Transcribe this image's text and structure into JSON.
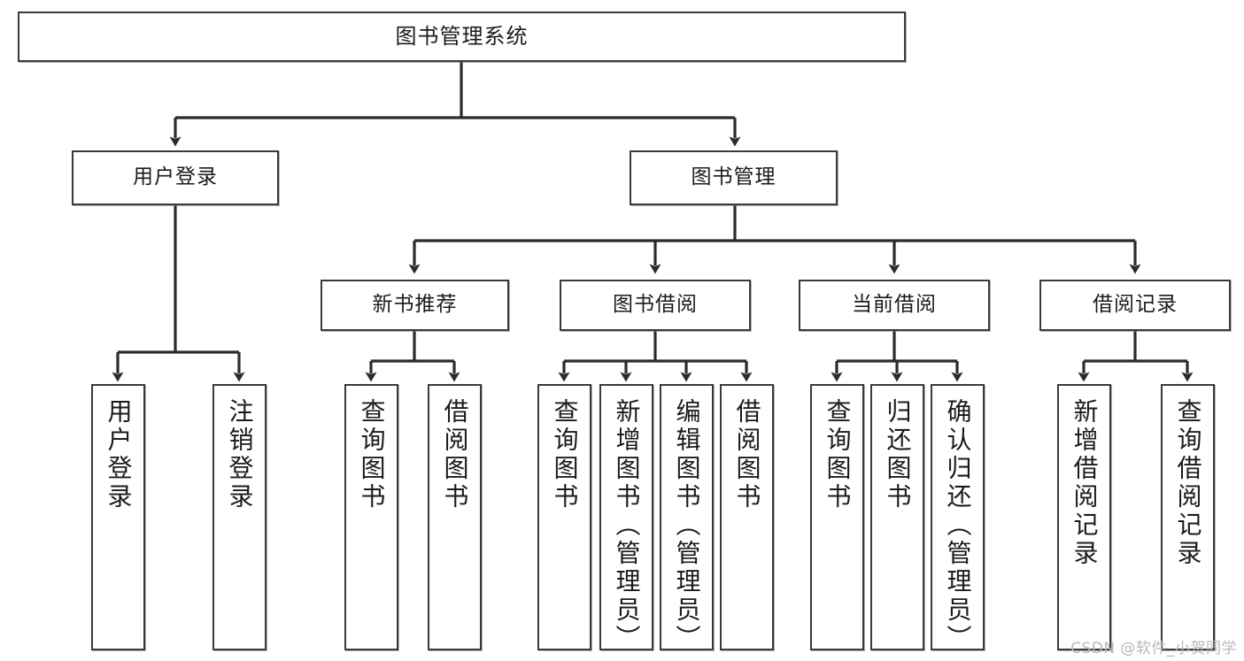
{
  "diagram": {
    "type": "tree",
    "title": "图书管理系统",
    "watermark": "CSDN @软件_小贺同学",
    "colors": {
      "box_border": "#3a3a3a",
      "box_fill": "#ffffff",
      "connector": "#2b2b2b",
      "text": "#1b1b1b",
      "watermark": "#b9b9b9"
    },
    "levels": {
      "root": {
        "label": "图书管理系统"
      },
      "level2": [
        {
          "id": "user-login",
          "label": "用户登录"
        },
        {
          "id": "book-manage",
          "label": "图书管理"
        }
      ],
      "level3": [
        {
          "id": "new-book-rec",
          "label": "新书推荐",
          "parent": "book-manage"
        },
        {
          "id": "book-borrow",
          "label": "图书借阅",
          "parent": "book-manage"
        },
        {
          "id": "current-borrow",
          "label": "当前借阅",
          "parent": "book-manage"
        },
        {
          "id": "borrow-record",
          "label": "借阅记录",
          "parent": "book-manage"
        }
      ],
      "leaves": [
        {
          "id": "leaf-user-login",
          "label": "用户登录",
          "parent": "user-login"
        },
        {
          "id": "leaf-logout",
          "label": "注销登录",
          "parent": "user-login"
        },
        {
          "id": "leaf-query-book-1",
          "label": "查询图书",
          "parent": "new-book-rec"
        },
        {
          "id": "leaf-borrow-book-1",
          "label": "借阅图书",
          "parent": "new-book-rec"
        },
        {
          "id": "leaf-query-book-2",
          "label": "查询图书",
          "parent": "book-borrow"
        },
        {
          "id": "leaf-add-book",
          "label": "新增图书（管理员）",
          "parent": "book-borrow"
        },
        {
          "id": "leaf-edit-book",
          "label": "编辑图书（管理员）",
          "parent": "book-borrow"
        },
        {
          "id": "leaf-borrow-book-2",
          "label": "借阅图书",
          "parent": "book-borrow"
        },
        {
          "id": "leaf-query-book-3",
          "label": "查询图书",
          "parent": "current-borrow"
        },
        {
          "id": "leaf-return-book",
          "label": "归还图书",
          "parent": "current-borrow"
        },
        {
          "id": "leaf-confirm-return",
          "label": "确认归还（管理员）",
          "parent": "current-borrow"
        },
        {
          "id": "leaf-add-record",
          "label": "新增借阅记录",
          "parent": "borrow-record"
        },
        {
          "id": "leaf-query-record",
          "label": "查询借阅记录",
          "parent": "borrow-record"
        }
      ]
    }
  }
}
